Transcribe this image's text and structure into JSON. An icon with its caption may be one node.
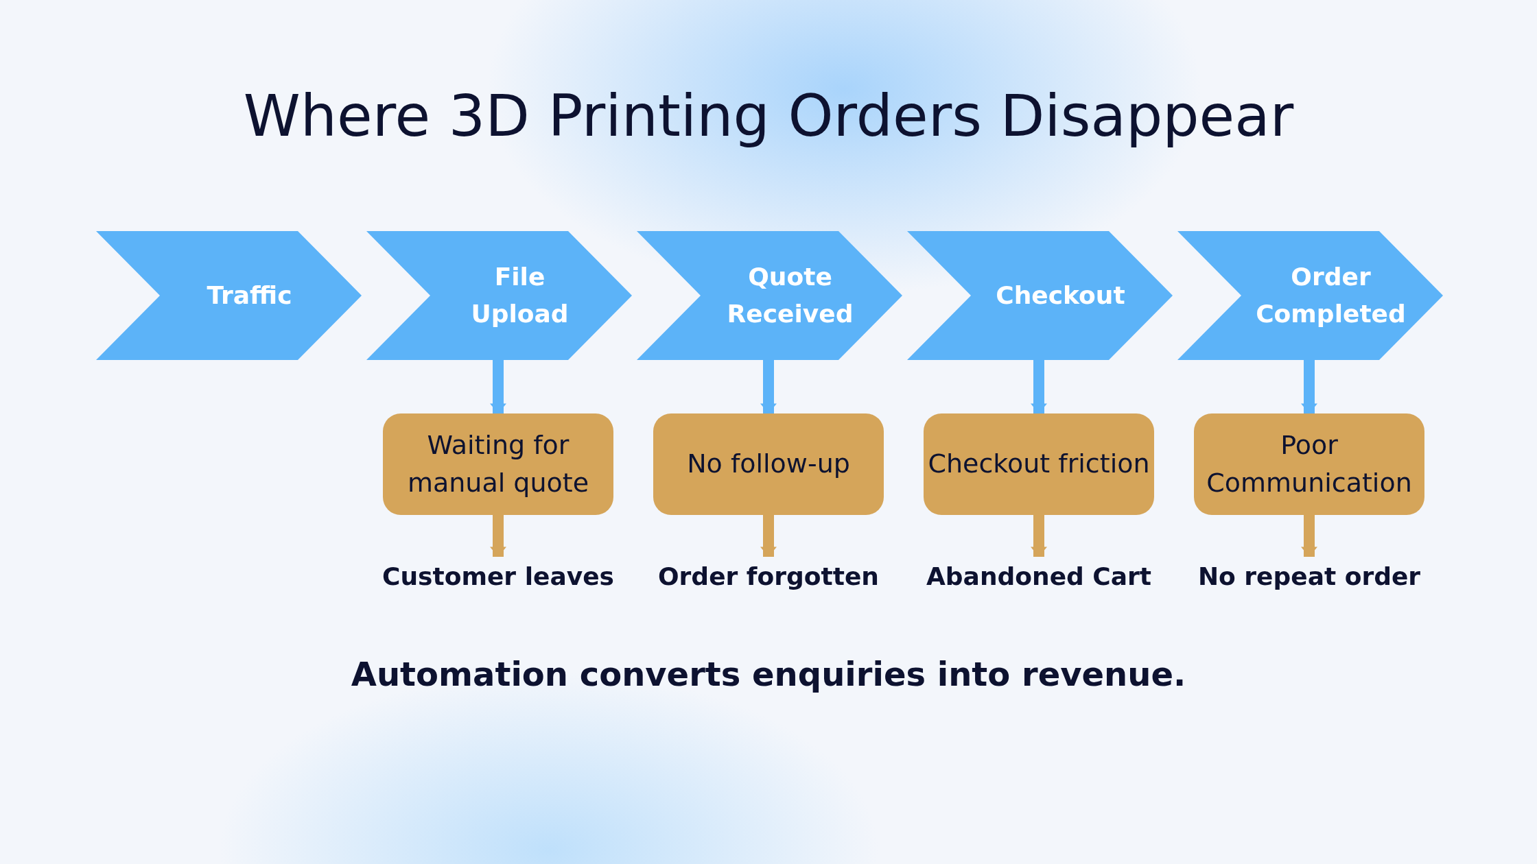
{
  "diagram": {
    "title": "Where 3D Printing Orders Disappear",
    "caption": "Automation converts enquiries into revenue.",
    "nodes": [
      {
        "text": [
          "Traffic"
        ]
      },
      {
        "text": [
          "File Upload"
        ]
      },
      {
        "text": [
          "Quote Received"
        ]
      },
      {
        "text": [
          "Checkout"
        ]
      },
      {
        "text": [
          "Order Completed"
        ]
      },
      {
        "text": [
          "Waiting for manual quote"
        ]
      },
      {
        "text": [
          "No follow-up"
        ]
      },
      {
        "text": [
          "Checkout friction"
        ]
      },
      {
        "text": [
          "Poor Communication"
        ]
      },
      {
        "text": [
          "Customer leaves"
        ]
      },
      {
        "text": [
          "Order forgotten"
        ]
      },
      {
        "text": [
          "Abandoned Cart"
        ]
      },
      {
        "text": [
          "No repeat order"
        ]
      }
    ],
    "edges": [
      {
        "from": 1,
        "to": 5,
        "arrow": "to",
        "color": "#5cb3f8"
      },
      {
        "from": 5,
        "to": 9,
        "arrow": "to",
        "color": "#d5a55a"
      },
      {
        "from": 2,
        "to": 6,
        "arrow": "to",
        "color": "#5cb3f8"
      },
      {
        "from": 6,
        "to": 10,
        "arrow": "to",
        "color": "#d5a55a"
      },
      {
        "from": 3,
        "to": 7,
        "arrow": "to",
        "color": "#5cb3f8"
      },
      {
        "from": 7,
        "to": 11,
        "arrow": "to",
        "color": "#d5a55a"
      },
      {
        "from": 4,
        "to": 8,
        "arrow": "to",
        "color": "#5cb3f8"
      },
      {
        "from": 8,
        "to": 12,
        "arrow": "to",
        "color": "#d5a55a"
      }
    ]
  }
}
